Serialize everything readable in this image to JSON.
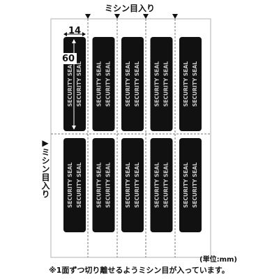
{
  "labels": {
    "perforation_top": "ミシン目入り",
    "perforation_left": "▶ミシン目入り",
    "width_dim": "14",
    "height_dim": "60",
    "unit_note": "(単位:mm)",
    "footnote": "※1面ずつ切り離せるようミシン目が入っています。"
  },
  "seal": {
    "text": "SECURITY SEAL",
    "columns": 5,
    "rows": 2,
    "fill_color": "#111111",
    "text_color": "#c8c8c8"
  },
  "colors": {
    "sheet_border": "#b0b0b0",
    "perforation": "#777777",
    "arrow": "#111111"
  }
}
